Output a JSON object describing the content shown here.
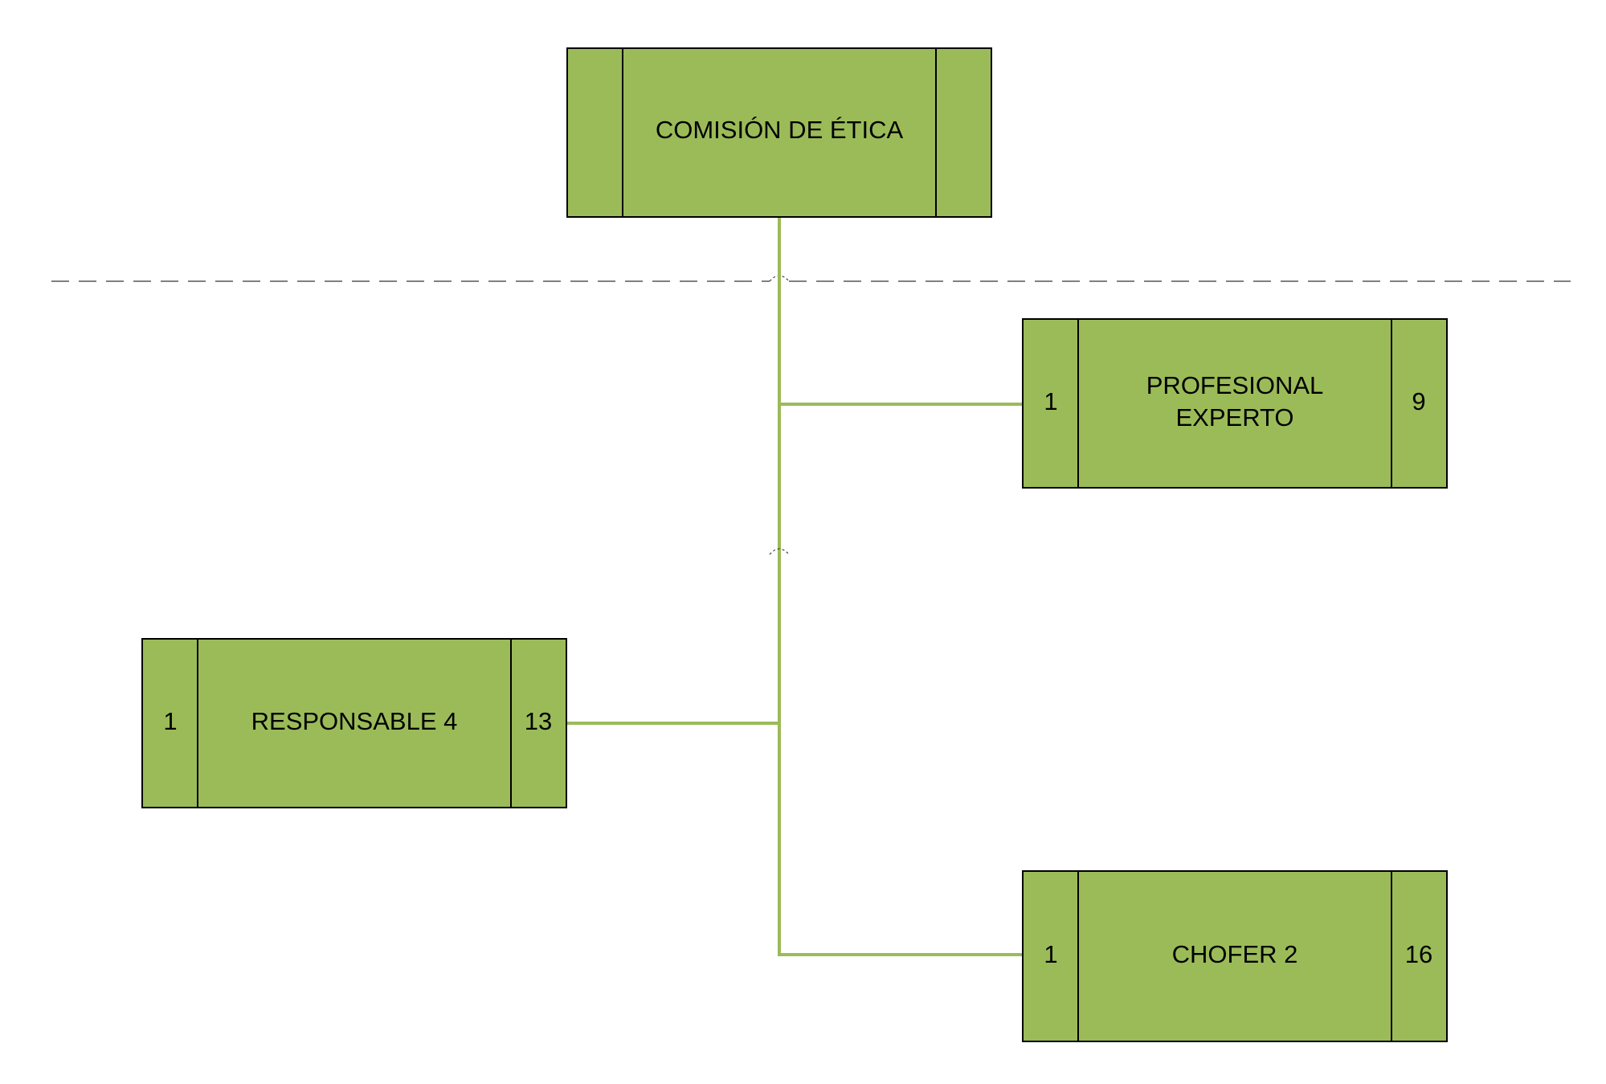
{
  "colors": {
    "box_fill": "#9BBB59",
    "connector": "#9BBB59",
    "border": "#000000",
    "separator": "#808080"
  },
  "nodes": {
    "comision": {
      "title": "COMISIÓN DE ÉTICA",
      "left": "",
      "right": ""
    },
    "profesional": {
      "title_line1": "PROFESIONAL",
      "title_line2": "EXPERTO",
      "left": "1",
      "right": "9"
    },
    "responsable": {
      "title": "RESPONSABLE 4",
      "left": "1",
      "right": "13"
    },
    "chofer": {
      "title": "CHOFER 2",
      "left": "1",
      "right": "16"
    }
  }
}
